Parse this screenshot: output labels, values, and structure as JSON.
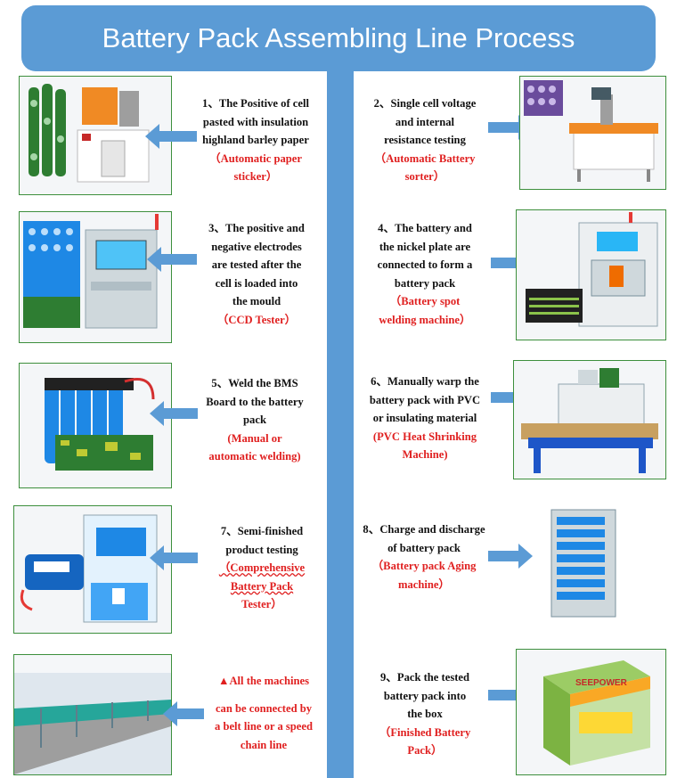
{
  "title": "Battery Pack Assembling Line Process",
  "colors": {
    "banner": "#5b9bd5",
    "arrow": "#5b9bd5",
    "frame": "#3d8f3d",
    "highlight": "#e02020"
  },
  "steps": [
    {
      "lines": [
        "1、The Positive of cell",
        "pasted with insulation",
        "highland barley paper"
      ],
      "machine": [
        "（Automatic paper",
        "sticker）"
      ]
    },
    {
      "lines": [
        "2、Single cell voltage",
        "and internal",
        "resistance testing"
      ],
      "machine": [
        "（Automatic Battery",
        "sorter）"
      ]
    },
    {
      "lines": [
        "3、The positive and",
        "negative electrodes",
        "are tested after the",
        "cell is loaded into",
        "the mould"
      ],
      "machine": [
        "（CCD Tester）"
      ]
    },
    {
      "lines": [
        "4、The battery and",
        "the nickel plate are",
        "connected to form a",
        "battery pack"
      ],
      "machine": [
        "（Battery spot",
        "welding machine）"
      ]
    },
    {
      "lines": [
        "5、Weld the BMS",
        "Board to the battery",
        "pack"
      ],
      "machine": [
        "(Manual or",
        "automatic welding)"
      ]
    },
    {
      "lines": [
        "6、Manually warp the",
        "battery pack with PVC",
        "or insulating material"
      ],
      "machine": [
        "(PVC Heat Shrinking",
        "Machine)"
      ]
    },
    {
      "lines": [
        "7、Semi-finished",
        "product testing"
      ],
      "machine": [
        "（Comprehensive",
        "Battery Pack",
        "Tester）"
      ]
    },
    {
      "lines": [
        "8、Charge and discharge",
        "of battery pack"
      ],
      "machine": [
        "（Battery pack Aging",
        "machine）"
      ]
    },
    {
      "lines": [],
      "machine": [
        "▲All the machines",
        "can be connected by",
        "a belt line or a speed",
        "chain line"
      ]
    },
    {
      "lines": [
        "9、Pack the tested",
        "battery pack into",
        "the box"
      ],
      "machine": [
        "（Finished Battery",
        "Pack）"
      ]
    }
  ],
  "product_label": "SEEPOWER"
}
